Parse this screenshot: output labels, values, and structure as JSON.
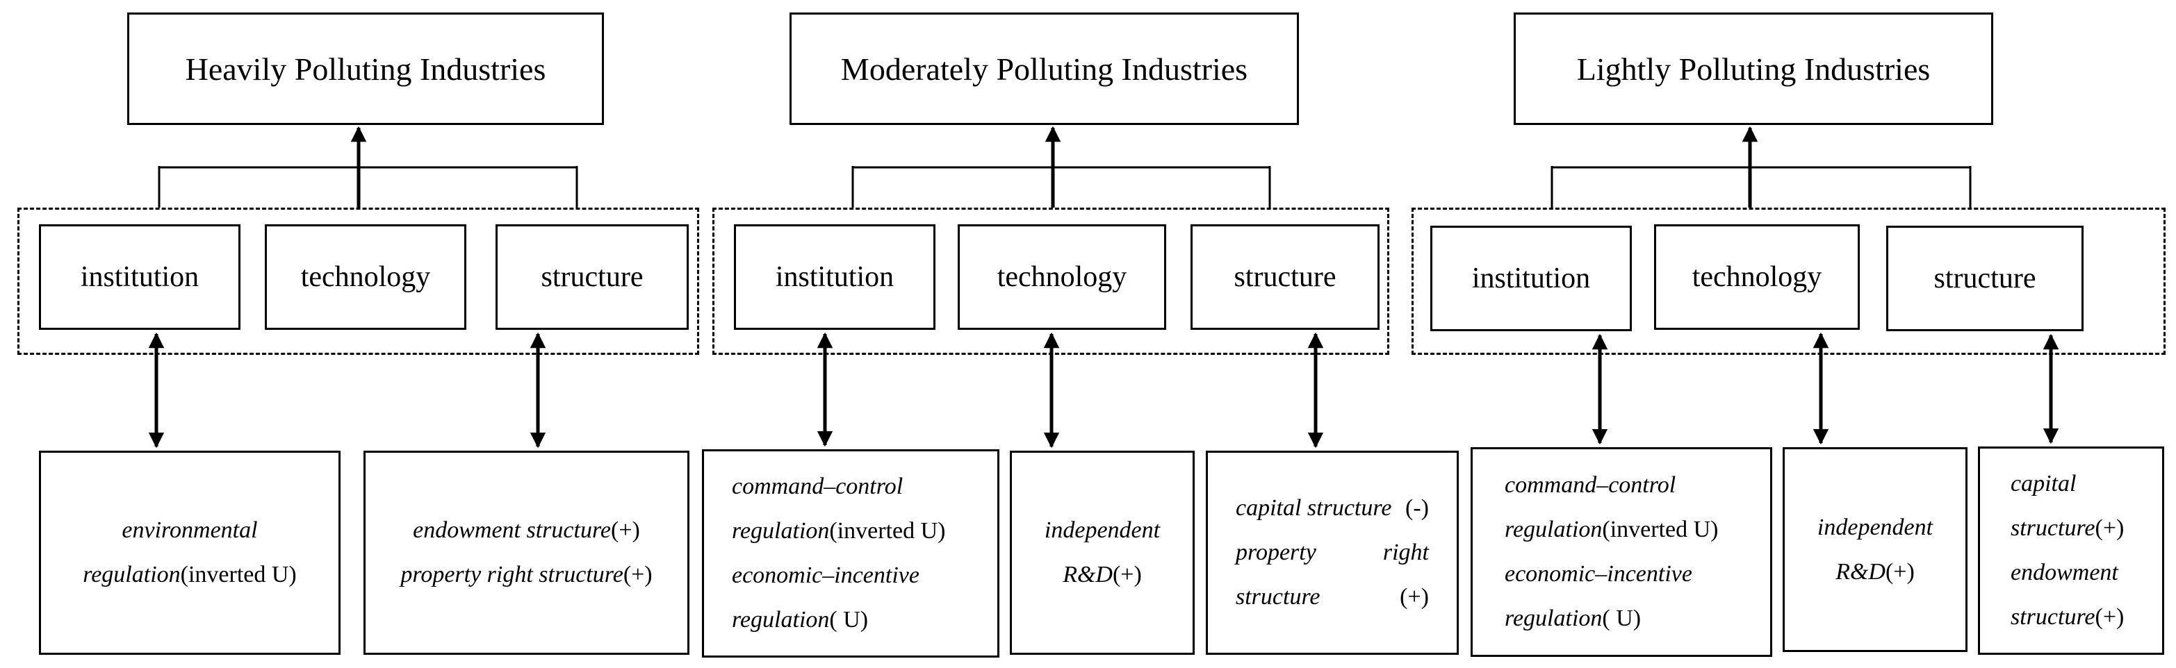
{
  "groups": [
    {
      "title": "Heavily Polluting Industries",
      "categories": [
        "institution",
        "technology",
        "structure"
      ],
      "leaves": [
        {
          "lines": [
            [
              {
                "t": "environmental",
                "i": true
              }
            ],
            [
              {
                "t": "regulation",
                "i": true
              },
              {
                "t": "(inverted U)",
                "i": false
              }
            ]
          ]
        },
        {
          "lines": [
            [
              {
                "t": "endowment structure",
                "i": true
              },
              {
                "t": "(+)",
                "i": false
              }
            ],
            [
              {
                "t": "property right structure",
                "i": true
              },
              {
                "t": "(+)",
                "i": false
              }
            ]
          ]
        }
      ]
    },
    {
      "title": "Moderately Polluting Industries",
      "categories": [
        "institution",
        "technology",
        "structure"
      ],
      "leaves": [
        {
          "lines": [
            [
              {
                "t": "command–control",
                "i": true
              }
            ],
            [
              {
                "t": "regulation",
                "i": true
              },
              {
                "t": "(inverted U)",
                "i": false
              }
            ],
            [
              {
                "t": "economic–incentive",
                "i": true
              }
            ],
            [
              {
                "t": "regulation",
                "i": true
              },
              {
                "t": "( U)",
                "i": false
              }
            ]
          ]
        },
        {
          "lines": [
            [
              {
                "t": "independent",
                "i": true
              }
            ],
            [
              {
                "t": "R&D",
                "i": true
              },
              {
                "t": "(+)",
                "i": false
              }
            ]
          ]
        },
        {
          "lines": [
            [
              {
                "t": "capital structure",
                "i": true
              },
              {
                "t": "(-)",
                "i": false
              }
            ],
            [
              {
                "t": "property",
                "i": true
              },
              {
                "t": "right",
                "i": true
              }
            ],
            [
              {
                "t": "structure",
                "i": true
              },
              {
                "t": "(+)",
                "i": false
              }
            ]
          ]
        }
      ]
    },
    {
      "title": "Lightly Polluting Industries",
      "categories": [
        "institution",
        "technology",
        "structure"
      ],
      "leaves": [
        {
          "lines": [
            [
              {
                "t": "command–control",
                "i": true
              }
            ],
            [
              {
                "t": "regulation",
                "i": true
              },
              {
                "t": "(inverted U)",
                "i": false
              }
            ],
            [
              {
                "t": "economic–incentive",
                "i": true
              }
            ],
            [
              {
                "t": "regulation",
                "i": true
              },
              {
                "t": "( U)",
                "i": false
              }
            ]
          ]
        },
        {
          "lines": [
            [
              {
                "t": "independent",
                "i": true
              }
            ],
            [
              {
                "t": "R&D",
                "i": true
              },
              {
                "t": "(+)",
                "i": false
              }
            ]
          ]
        },
        {
          "lines": [
            [
              {
                "t": "capital",
                "i": true
              }
            ],
            [
              {
                "t": "structure",
                "i": true
              },
              {
                "t": "(+)",
                "i": false
              }
            ],
            [
              {
                "t": "endowment",
                "i": true
              }
            ],
            [
              {
                "t": "structure",
                "i": true
              },
              {
                "t": "(+)",
                "i": false
              }
            ]
          ]
        }
      ]
    }
  ]
}
